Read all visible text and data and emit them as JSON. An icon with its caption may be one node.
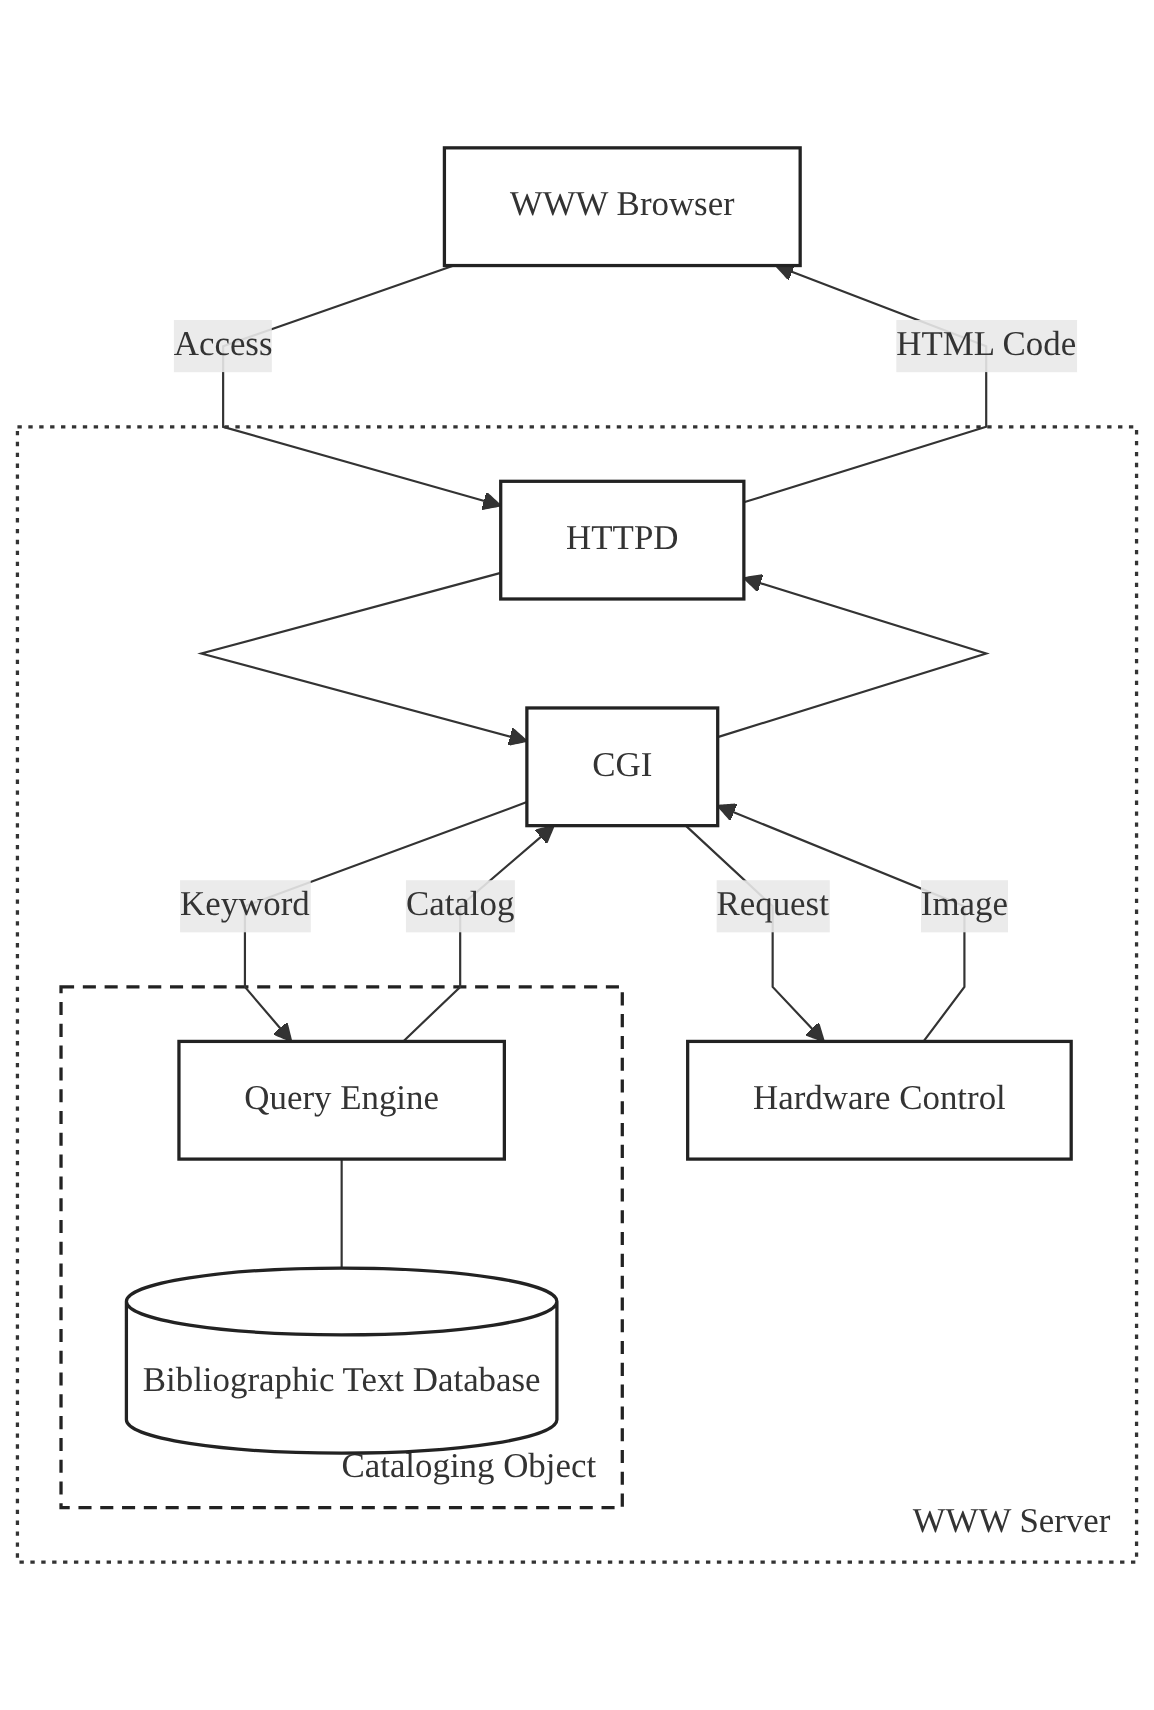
{
  "diagram": {
    "nodes": [
      {
        "text": [
          "WWW Browser"
        ]
      },
      {
        "text": [
          "WWW Server"
        ]
      },
      {
        "text": [
          "HTTPD"
        ],
        "in": 1
      },
      {
        "text": [
          "CGI"
        ],
        "in": 1
      },
      {
        "text": [
          "Cataloging Object"
        ],
        "in": 1
      },
      {
        "text": [
          "Query Engine"
        ],
        "in": 4
      },
      {
        "text": [
          "Bibliographic Text Database"
        ],
        "in": 4
      },
      {
        "text": [
          "Hardware Control"
        ],
        "in": 1
      }
    ],
    "edges": [
      {
        "from": 0,
        "to": 2,
        "arrow": "to",
        "label": "Access"
      },
      {
        "from": 2,
        "to": 0,
        "arrow": "to",
        "label": "HTML Code"
      },
      {
        "from": 2,
        "to": 3,
        "arrow": "to"
      },
      {
        "from": 3,
        "to": 2,
        "arrow": "to"
      },
      {
        "from": 3,
        "to": 5,
        "arrow": "to",
        "label": "Keyword"
      },
      {
        "from": 5,
        "to": 3,
        "arrow": "to",
        "label": "Catalog"
      },
      {
        "from": 5,
        "to": 6,
        "arrow": "none"
      },
      {
        "from": 3,
        "to": 7,
        "arrow": "to",
        "label": "Request"
      },
      {
        "from": 7,
        "to": 3,
        "arrow": "to",
        "label": "Image"
      }
    ]
  }
}
